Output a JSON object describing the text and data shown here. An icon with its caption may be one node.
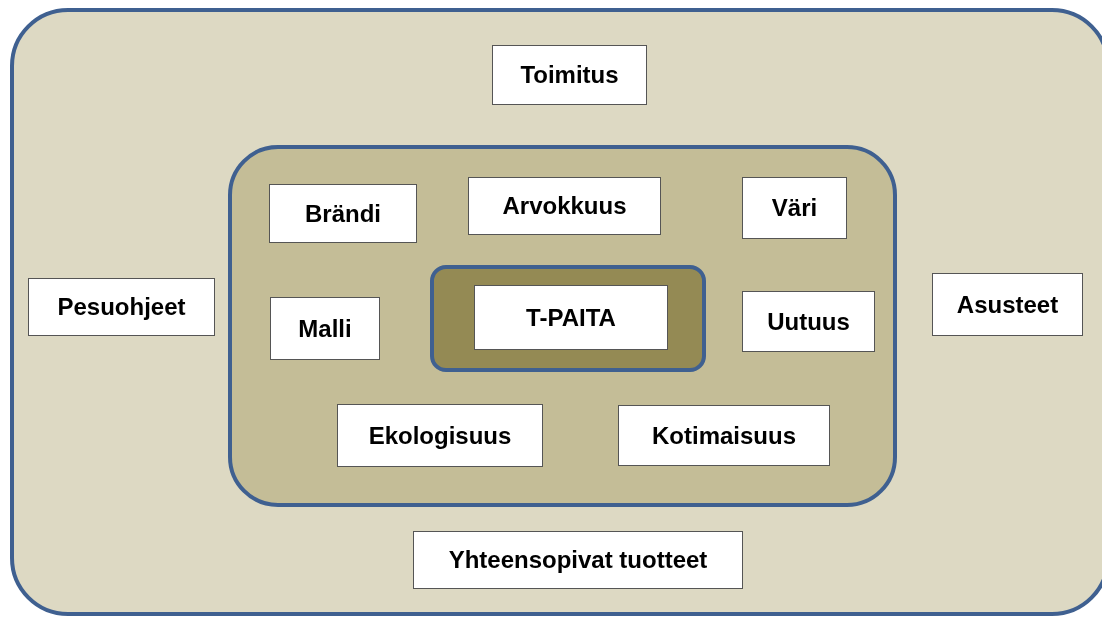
{
  "diagram": {
    "nodes": [
      {
        "text": [],
        "shape": "box"
      },
      {
        "text": [
          "Toimitus"
        ],
        "in": 0
      },
      {
        "text": [
          "Pesuohjeet"
        ],
        "in": 0
      },
      {
        "text": [
          "Asusteet"
        ],
        "in": 0
      },
      {
        "text": [],
        "shape": "box",
        "in": 0
      },
      {
        "text": [
          "Brändi"
        ],
        "in": 4
      },
      {
        "text": [
          "Arvokkuus"
        ],
        "in": 4
      },
      {
        "text": [
          "Väri"
        ],
        "in": 4
      },
      {
        "text": [
          "Malli"
        ],
        "in": 4
      },
      {
        "text": [],
        "shape": "box",
        "in": 4
      },
      {
        "text": [
          "T-PAITA"
        ],
        "in": 9
      },
      {
        "text": [
          "Uutuus"
        ],
        "in": 4
      },
      {
        "text": [
          "Ekologisuus"
        ],
        "in": 4
      },
      {
        "text": [
          "Kotimaisuus"
        ],
        "in": 4
      },
      {
        "text": [
          "Yhteensopivat tuotteet"
        ],
        "in": 0
      }
    ]
  }
}
